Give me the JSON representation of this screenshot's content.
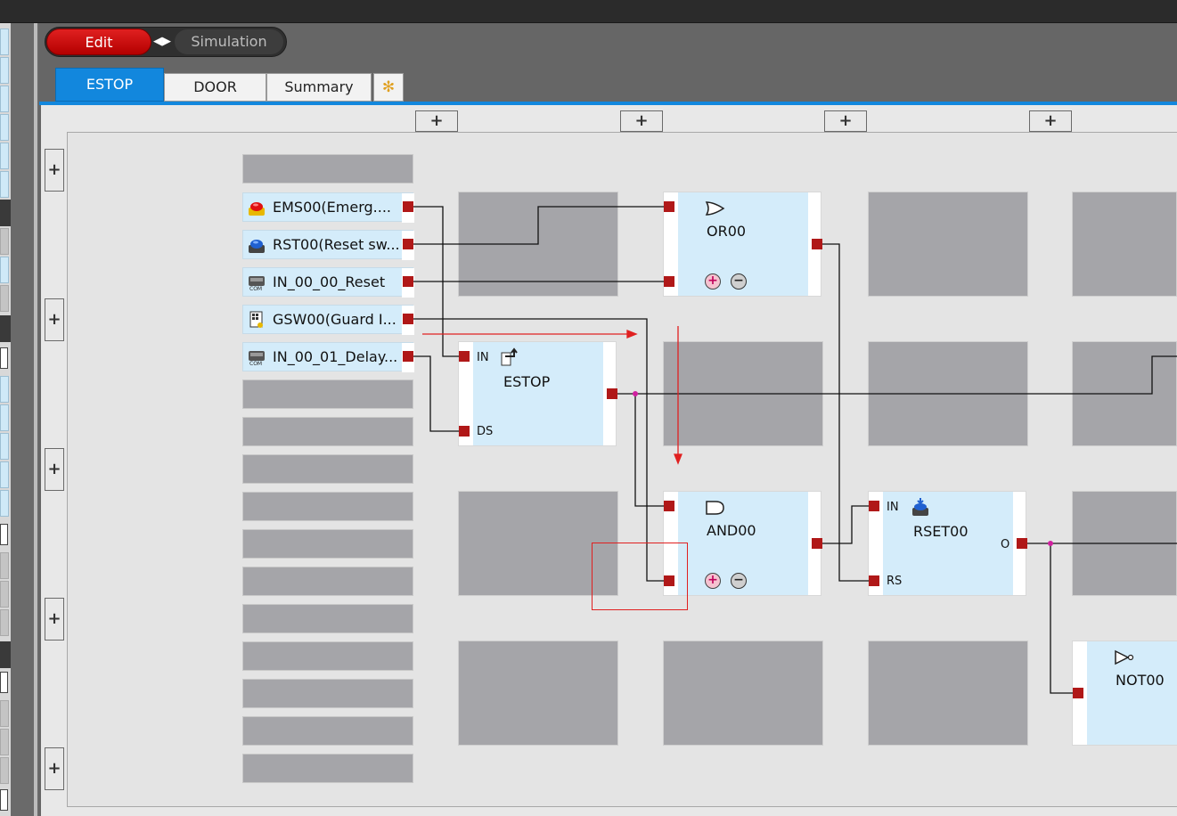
{
  "mode": {
    "edit_label": "Edit",
    "simulation_label": "Simulation"
  },
  "tabs": [
    {
      "label": "ESTOP"
    },
    {
      "label": "DOOR"
    },
    {
      "label": "Summary"
    },
    {
      "label": "✻"
    }
  ],
  "add_label": "+",
  "inputs": [
    {
      "label": "EMS00(Emerg....",
      "icon": "emergency-stop-icon"
    },
    {
      "label": "RST00(Reset sw...",
      "icon": "reset-switch-icon"
    },
    {
      "label": "IN_00_00_Reset",
      "icon": "com-input-icon"
    },
    {
      "label": "GSW00(Guard I...",
      "icon": "guard-switch-icon"
    },
    {
      "label": "IN_00_01_Delay...",
      "icon": "com-input-icon"
    }
  ],
  "blocks": {
    "or": {
      "name": "OR00",
      "icon": "or-gate-icon"
    },
    "estop": {
      "name": "ESTOP",
      "port_in": "IN",
      "port_ds": "DS",
      "icon": "estop-function-icon"
    },
    "and": {
      "name": "AND00",
      "icon": "and-gate-icon"
    },
    "rset": {
      "name": "RSET00",
      "port_in": "IN",
      "port_rs": "RS",
      "port_o": "O",
      "icon": "reset-function-icon"
    },
    "not": {
      "name": "NOT00",
      "icon": "not-gate-icon"
    }
  },
  "colors": {
    "accent_blue": "#1287dd",
    "edit_red": "#d01010",
    "connector_red": "#b01818",
    "block_fill": "#d4ecfa",
    "annotation_red": "#e02020"
  }
}
